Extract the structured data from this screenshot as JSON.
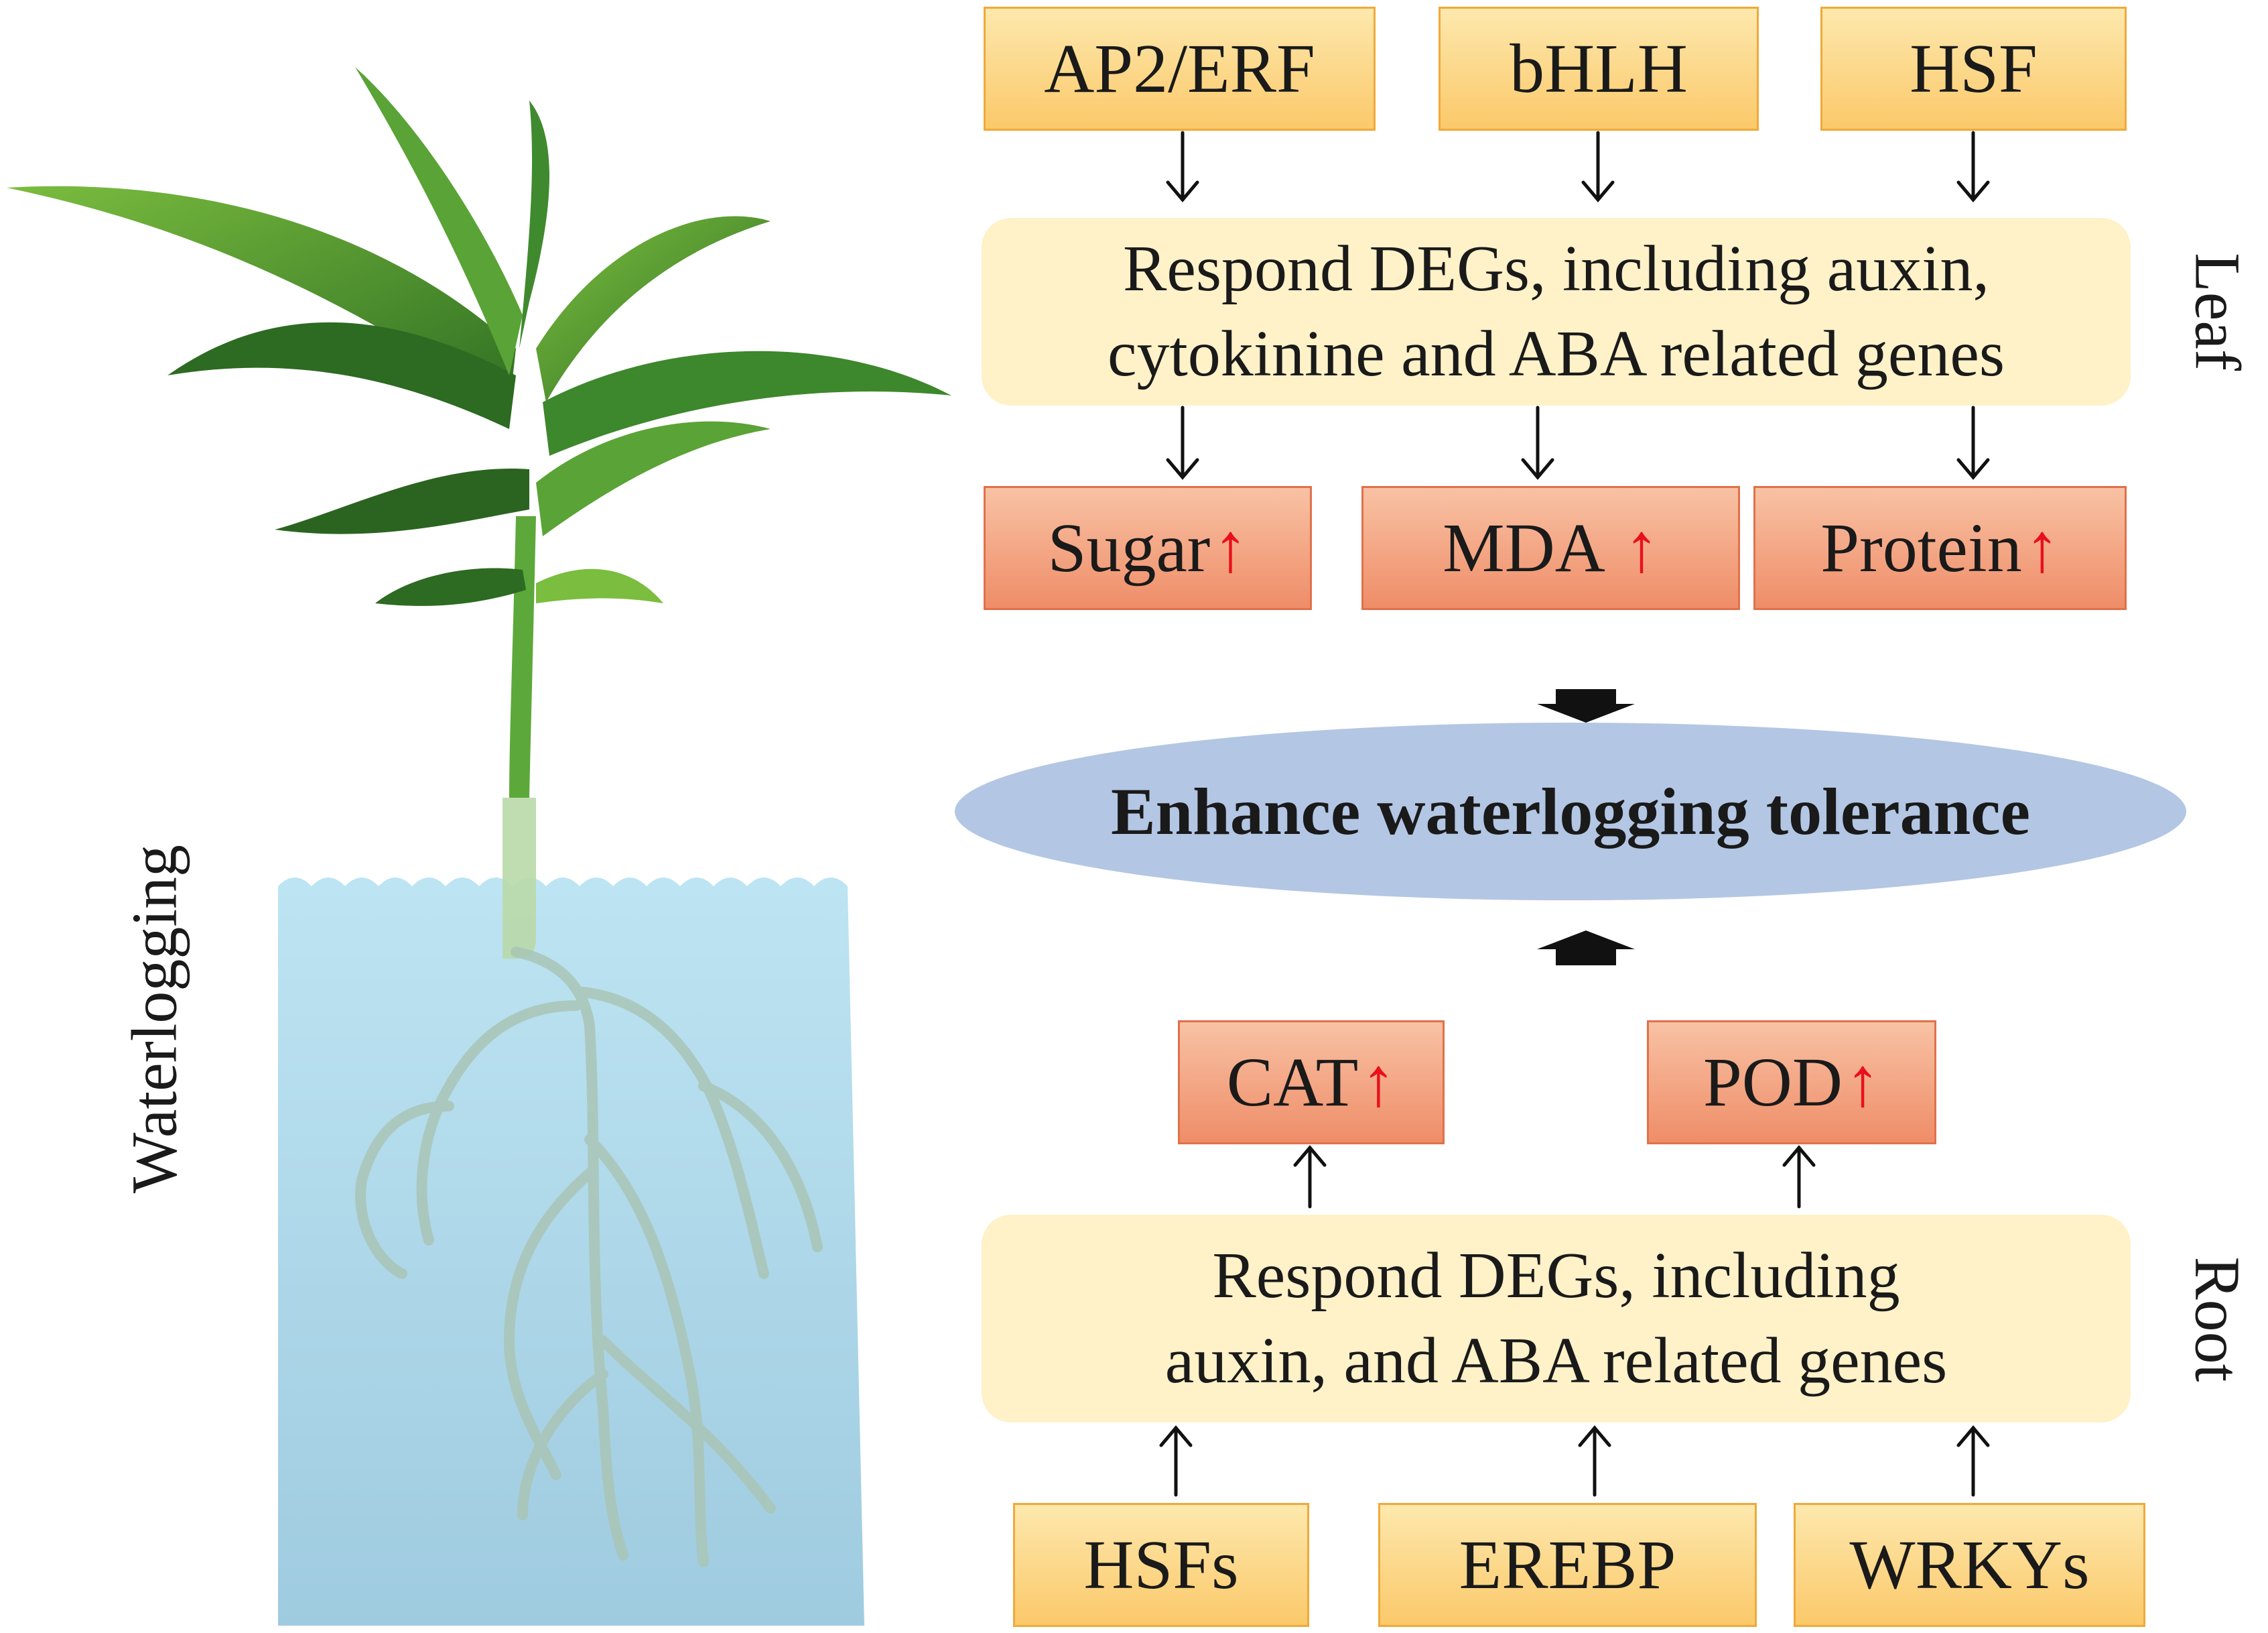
{
  "left_label": "Waterlogging",
  "leaf": {
    "side_label": "Leaf",
    "tfs": [
      "AP2/ERF",
      "bHLH",
      "HSF"
    ],
    "degs_line1": "Respond DEGs, including auxin,",
    "degs_line2": "cytokinine and ABA related genes",
    "products": [
      {
        "label": "Sugar",
        "arrow": "↑"
      },
      {
        "label": "MDA",
        "arrow": "↑"
      },
      {
        "label": "Protein",
        "arrow": "↑"
      }
    ]
  },
  "center": {
    "text": "Enhance waterlogging tolerance"
  },
  "root": {
    "side_label": "Root",
    "products": [
      {
        "label": "CAT",
        "arrow": "↑"
      },
      {
        "label": "POD",
        "arrow": "↑"
      }
    ],
    "degs_line1": "Respond DEGs, including",
    "degs_line2": "auxin, and ABA related genes",
    "tfs": [
      "HSFs",
      "EREBP",
      "WRKYs"
    ]
  },
  "colors": {
    "tf_fill": "#fbc96a",
    "product_fill": "#ef8d68",
    "degs_fill": "#fff1c8",
    "ellipse_fill": "#b3c6e4",
    "water": "#b6e0ef",
    "leaf_green": "#3f8a2e",
    "up_arrow": "#e8101a"
  }
}
